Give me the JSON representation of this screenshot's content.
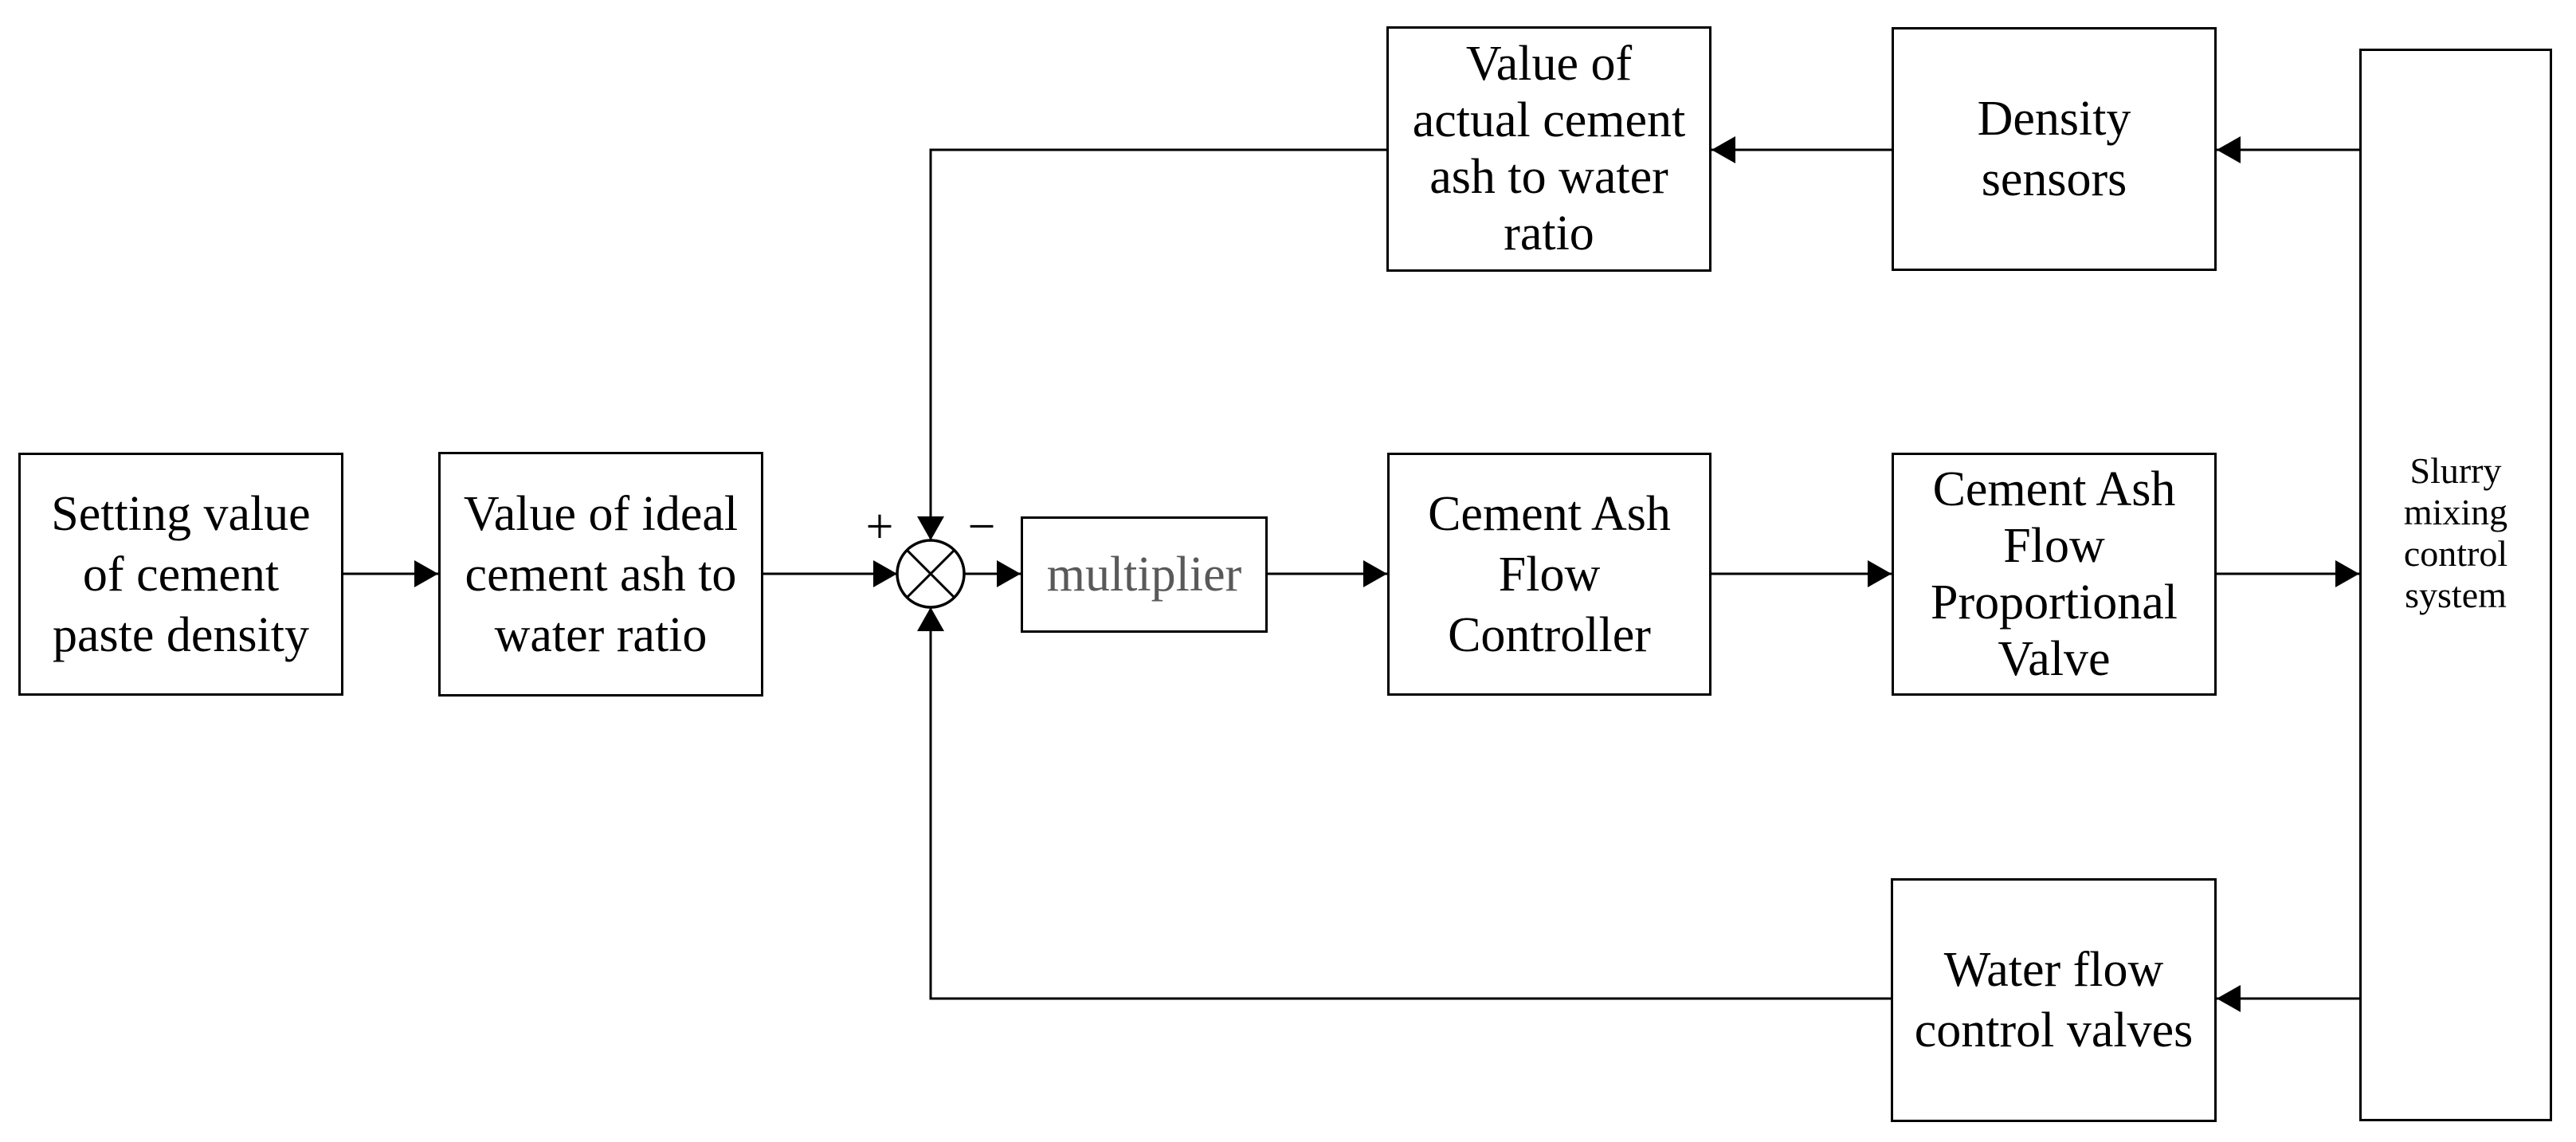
{
  "diagram": {
    "blocks": {
      "setting_value": {
        "lines": [
          "Setting value",
          "of cement",
          "paste density"
        ]
      },
      "ideal_ratio": {
        "lines": [
          "Value of ideal",
          "cement ash to",
          "water ratio"
        ]
      },
      "multiplier": {
        "lines": [
          "multiplier"
        ]
      },
      "controller": {
        "lines": [
          "Cement Ash",
          "Flow",
          "Controller"
        ]
      },
      "prop_valve": {
        "lines": [
          "Cement Ash",
          "Flow",
          "Proportional",
          "Valve"
        ]
      },
      "actual_ratio": {
        "lines": [
          "Value of",
          "actual cement",
          "ash to water",
          "ratio"
        ]
      },
      "density": {
        "lines": [
          "Density",
          "sensors"
        ]
      },
      "water_valves": {
        "lines": [
          "Water flow",
          "control valves"
        ]
      },
      "slurry": {
        "lines": [
          "Slurry",
          "mixing",
          "control",
          "system"
        ]
      }
    },
    "junction": {
      "plus": "+",
      "minus": "−"
    },
    "colors": {
      "stroke": "#000000",
      "text": "#000000",
      "multiplier_text": "#595959",
      "background": "#ffffff"
    }
  }
}
